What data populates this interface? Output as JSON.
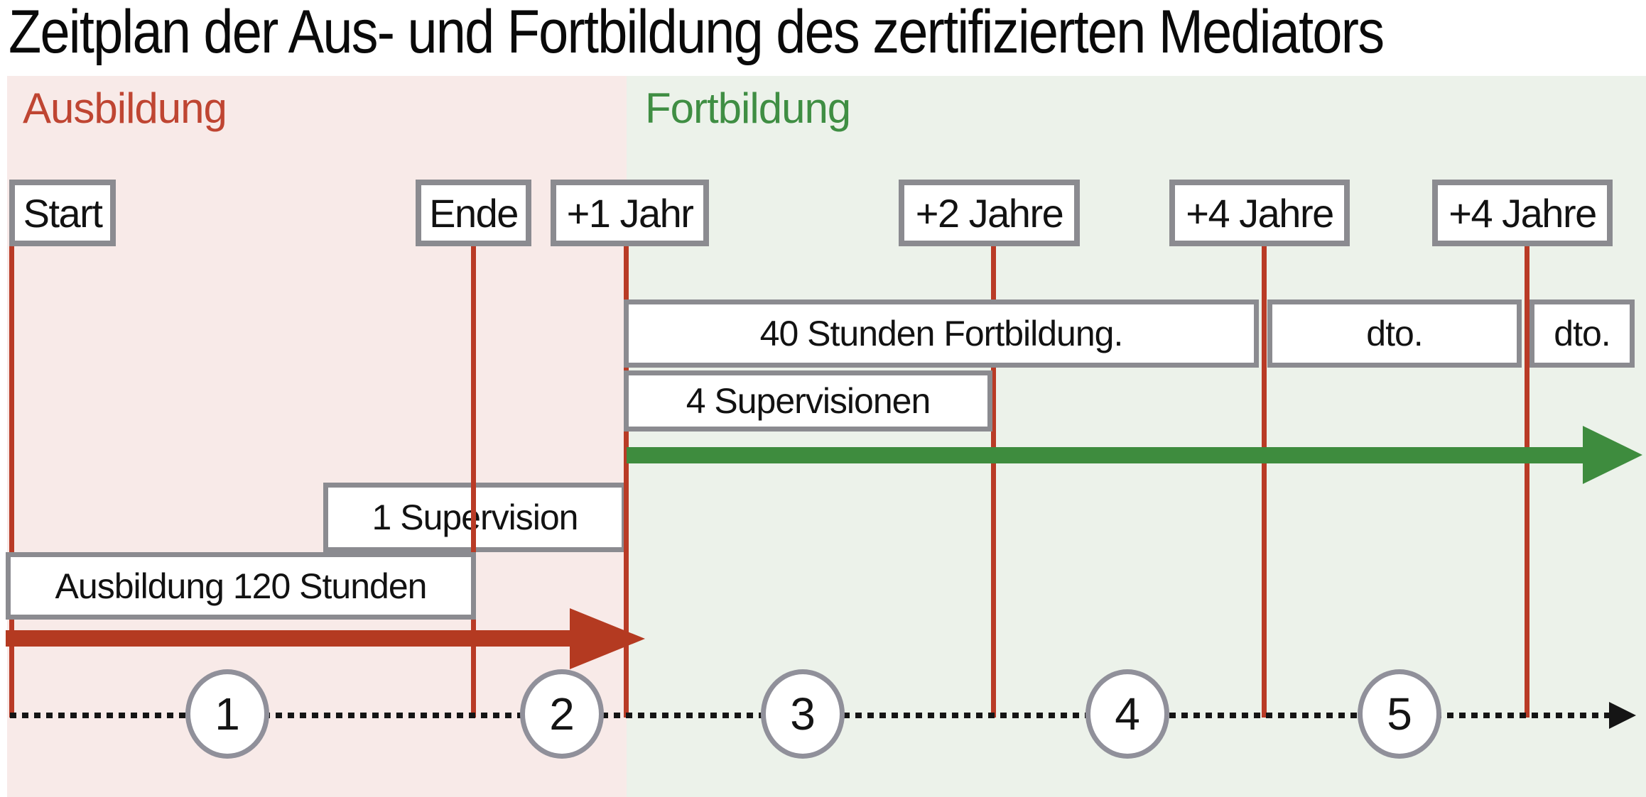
{
  "title": "Zeitplan der Aus- und Fortbildung des zertifizierten Mediators",
  "phases": {
    "ausbildung": {
      "label": "Ausbildung",
      "text_color": "#bf4532",
      "bg_color": "#f8eae8"
    },
    "fortbildung": {
      "label": "Fortbildung",
      "text_color": "#3f8e43",
      "bg_color": "#ecf2ea"
    }
  },
  "milestones": [
    {
      "label": "Start"
    },
    {
      "label": "Ende"
    },
    {
      "label": "+1 Jahr"
    },
    {
      "label": "+2 Jahre"
    },
    {
      "label": "+4 Jahre"
    },
    {
      "label": "+4 Jahre"
    }
  ],
  "activities": {
    "fortbildung_40h": {
      "label": "40 Stunden Fortbildung."
    },
    "dto_1": {
      "label": "dto."
    },
    "dto_2": {
      "label": "dto."
    },
    "supervisionen_4": {
      "label": "4 Supervisionen"
    },
    "supervision_1": {
      "label": "1 Supervision"
    },
    "ausbildung_120h": {
      "label": "Ausbildung 120 Stunden"
    }
  },
  "timeline": {
    "steps": [
      "1",
      "2",
      "3",
      "4",
      "5"
    ]
  },
  "colors": {
    "arrow_red": "#b43a21",
    "arrow_green": "#3e8c3e",
    "marker_line_red": "#b93b26",
    "box_border_gray": "#8b8b90",
    "circle_border_gray": "#90909a",
    "axis_black": "#151515"
  }
}
